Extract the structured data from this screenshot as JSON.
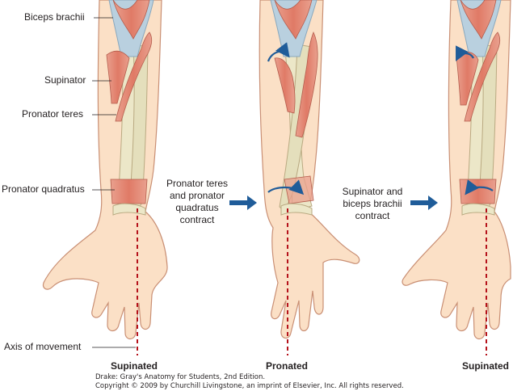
{
  "labels": {
    "biceps": "Biceps brachii",
    "supinator": "Supinator",
    "pronator_teres": "Pronator teres",
    "pronator_quadratus": "Pronator quadratus",
    "axis": "Axis of movement"
  },
  "panels": {
    "left_caption": "Supinated",
    "middle_caption": "Pronated",
    "right_caption": "Supinated"
  },
  "steps": {
    "pronation_line1": "Pronator teres",
    "pronation_line2": "and pronator",
    "pronation_line3": "quadratus",
    "pronation_line4": "contract",
    "supination_line1": "Supinator and",
    "supination_line2": "biceps brachii",
    "supination_line3": "contract"
  },
  "credit": {
    "line1": "Drake: Gray's Anatomy for Students, 2nd Edition.",
    "line2": "Copyright © 2009 by Churchill Livingstone, an imprint of Elsevier, Inc. All rights reserved."
  },
  "colors": {
    "skin": "#fbe0c6",
    "skin_outline": "#c98f74",
    "bone": "#ece7c8",
    "muscle": "#e58c78",
    "tendon": "#b9d0df",
    "arrow": "#1f5c99",
    "axis_line": "#b5121b"
  }
}
